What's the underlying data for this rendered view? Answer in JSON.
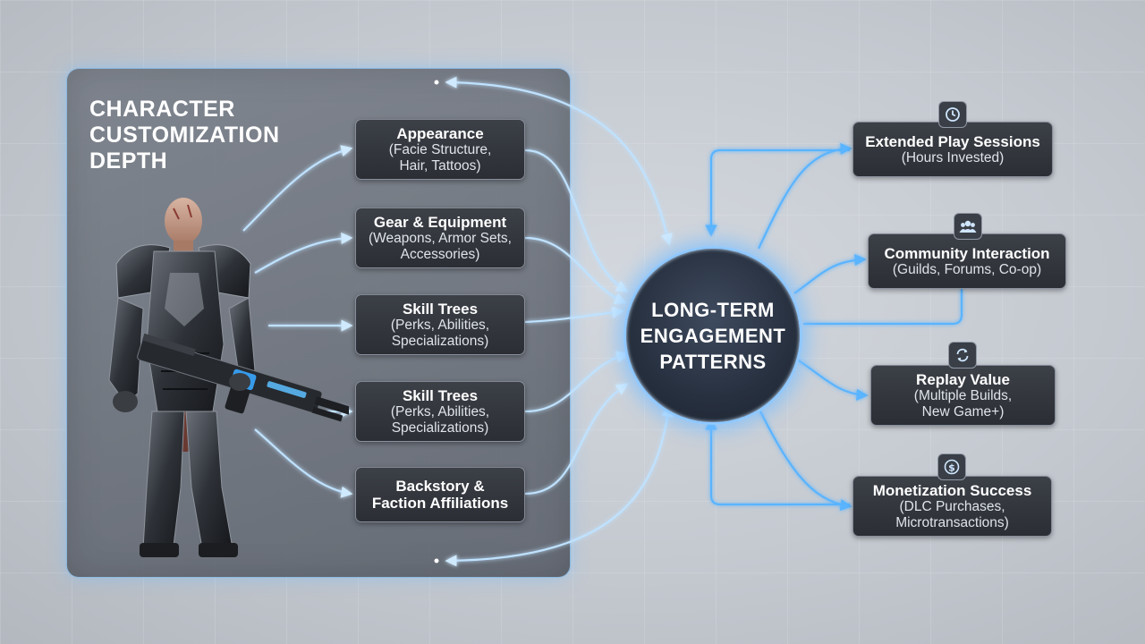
{
  "left_panel": {
    "title_lines": [
      "CHARACTER",
      "CUSTOMIZATION",
      "DEPTH"
    ],
    "nodes": [
      {
        "title": "Appearance",
        "lines": [
          "(Facie Structure,",
          "Hair, Tattoos)"
        ]
      },
      {
        "title": "Gear & Equipment",
        "lines": [
          "(Weapons, Armor Sets,",
          "Accessories)"
        ]
      },
      {
        "title": "Skill Trees",
        "lines": [
          "(Perks, Abilities,",
          "Specializations)"
        ]
      },
      {
        "title": "Skill Trees",
        "lines": [
          "(Perks, Abilities,",
          "Specializations)"
        ]
      },
      {
        "title": "Backstory &",
        "lines": [
          "Faction Affiliations"
        ]
      }
    ]
  },
  "center": {
    "lines": [
      "LONG-TERM",
      "ENGAGEMENT",
      "PATTERNS"
    ]
  },
  "outcomes": [
    {
      "title": "Extended Play Sessions",
      "lines": [
        "(Hours Invested)"
      ],
      "icon": "clock-icon"
    },
    {
      "title": "Community Interaction",
      "lines": [
        "(Guilds, Forums, Co-op)"
      ],
      "icon": "users-icon"
    },
    {
      "title": "Replay Value",
      "lines": [
        "(Multiple Builds,",
        "New Game+)"
      ],
      "icon": "refresh-icon"
    },
    {
      "title": "Monetization Success",
      "lines": [
        "(DLC Purchases,",
        "Microtransactions)"
      ],
      "icon": "dollar-icon"
    }
  ],
  "colors": {
    "accent_glow": "#8fd0ff",
    "arrow_blue": "#5ab4ff",
    "node_bg": "#2f3238",
    "panel_bg": "#6e747d"
  }
}
